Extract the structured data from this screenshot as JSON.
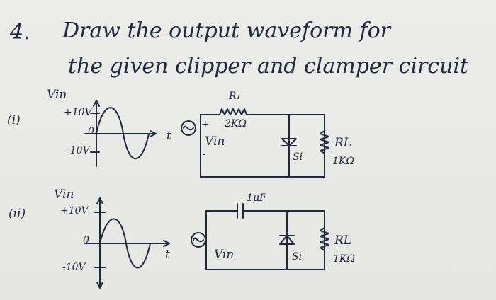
{
  "question": {
    "number": "4.",
    "line1": "Draw the output waveform for",
    "line2": "the given clipper and clamper circuit"
  },
  "part_i": {
    "label": "(i)",
    "vin_label": "Vin",
    "pos_peak": "+10V",
    "zero": "0",
    "neg_peak": "-10V",
    "time_label": "t",
    "resistor_name": "R₁",
    "resistor_value": "2KΩ",
    "source_label": "Vin",
    "plus": "+",
    "minus": "-",
    "diode_label": "Si",
    "load_name": "RL",
    "load_value": "1KΩ"
  },
  "part_ii": {
    "label": "(ii)",
    "vin_label": "Vin",
    "pos_peak": "+10V",
    "zero": "0",
    "neg_peak": "-10V",
    "time_label": "t",
    "capacitor_value": "1μF",
    "source_label": "Vin",
    "diode_label": "Si",
    "load_name": "RL",
    "load_value": "1KΩ"
  }
}
